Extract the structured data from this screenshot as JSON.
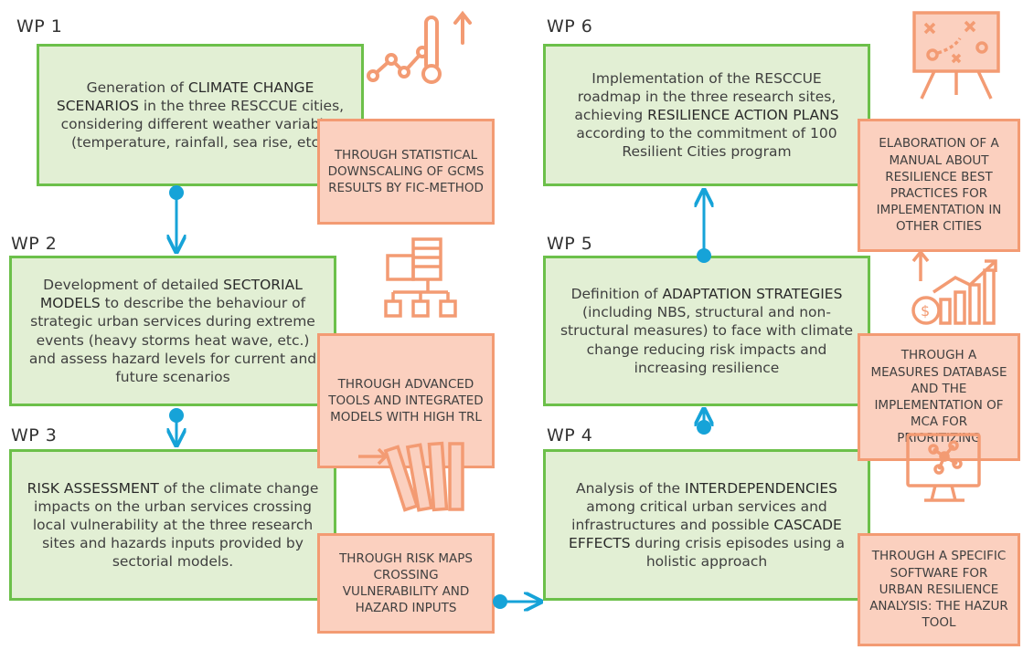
{
  "colors": {
    "green_fill": "#e2efd4",
    "green_border": "#6cc04a",
    "orange_fill": "#fbd0bf",
    "orange_border": "#f39b73",
    "icon": "#f39b73",
    "connector": "#16a3d8"
  },
  "packages": [
    {
      "id": "wp1",
      "label": "WP 1",
      "parts": [
        {
          "t": "Generation of ",
          "k": false
        },
        {
          "t": "CLIMATE CHANGE SCENARIOS",
          "k": true
        },
        {
          "t": " in the three RESCCUE cities, considering different weather variables (temperature, rainfall, sea rise, etc.)",
          "k": false
        }
      ],
      "method": "THROUGH STATISTICAL DOWNSCALING OF GCMS RESULTS BY FIC-METHOD",
      "icon": "thermometer-trend-icon"
    },
    {
      "id": "wp2",
      "label": "WP 2",
      "parts": [
        {
          "t": "Development of detailed ",
          "k": false
        },
        {
          "t": "SECTORIAL MODELS",
          "k": true
        },
        {
          "t": "  to describe the behaviour of strategic urban services during extreme events (heavy storms heat wave, etc.) and assess hazard levels for current and future scenarios",
          "k": false
        }
      ],
      "method": "THROUGH ADVANCED TOOLS AND INTEGRATED MODELS WITH HIGH TRL",
      "icon": "buildings-network-icon"
    },
    {
      "id": "wp3",
      "label": "WP 3",
      "parts": [
        {
          "t": "RISK ASSESSMENT",
          "k": true
        },
        {
          "t": " of the climate change impacts on the urban services crossing local vulnerability at the three research sites and hazards inputs provided by sectorial models.",
          "k": false
        }
      ],
      "method": "THROUGH RISK MAPS CROSSING VULNERABILITY AND HAZARD INPUTS",
      "icon": "falling-dominoes-icon"
    },
    {
      "id": "wp4",
      "label": "WP 4",
      "parts": [
        {
          "t": "Analysis of the ",
          "k": false
        },
        {
          "t": "INTERDEPENDENCIES",
          "k": true
        },
        {
          "t": " among critical urban services and infrastructures and possible ",
          "k": false
        },
        {
          "t": "CASCADE EFFECTS",
          "k": true
        },
        {
          "t": " during crisis episodes using a holistic approach",
          "k": false
        }
      ],
      "method": "THROUGH A SPECIFIC SOFTWARE FOR URBAN RESILIENCE ANALYSIS: THE HAZUR TOOL",
      "icon": "monitor-network-icon"
    },
    {
      "id": "wp5",
      "label": "WP 5",
      "parts": [
        {
          "t": "Definition of ",
          "k": false
        },
        {
          "t": "ADAPTATION STRATEGIES",
          "k": true
        },
        {
          "t": " (including NBS, structural and non-structural measures) to face with climate change reducing risk impacts and increasing resilience",
          "k": false
        }
      ],
      "method": "THROUGH A MEASURES DATABASE AND THE IMPLEMENTATION OF MCA FOR PRIORITIZING",
      "icon": "dollar-growth-chart-icon"
    },
    {
      "id": "wp6",
      "label": "WP 6",
      "parts": [
        {
          "t": "Implementation of the RESCCUE roadmap in the three research sites, achieving ",
          "k": false
        },
        {
          "t": "RESILIENCE ACTION PLANS",
          "k": true
        },
        {
          "t": " according to the commitment of 100 Resilient Cities program",
          "k": false
        }
      ],
      "method": "ELABORATION OF A MANUAL ABOUT RESILIENCE BEST PRACTICES FOR IMPLEMENTATION IN OTHER CITIES",
      "icon": "strategy-board-icon"
    }
  ]
}
